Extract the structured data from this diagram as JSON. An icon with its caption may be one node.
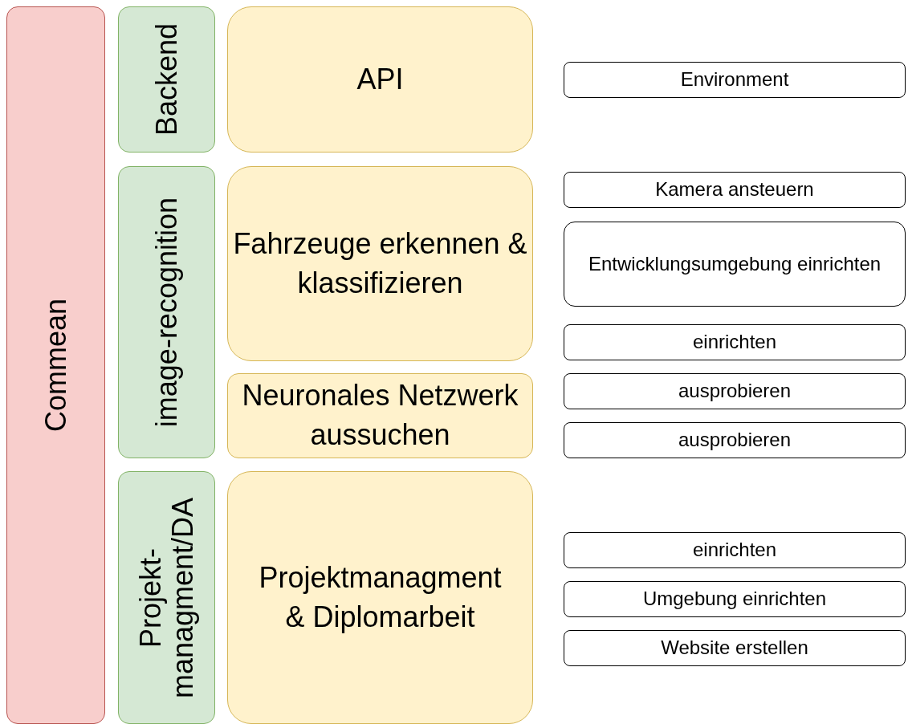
{
  "diagram": {
    "nodes": [
      {
        "text": [
          "Commean"
        ]
      },
      {
        "text": [
          "Backend"
        ]
      },
      {
        "text": [
          "image-recognition"
        ]
      },
      {
        "text": [
          "Projekt- managment/DA"
        ]
      },
      {
        "text": [
          "API"
        ]
      },
      {
        "text": [
          "Fahrzeuge erkennen & klassifizieren"
        ]
      },
      {
        "text": [
          "Neuronales Netzwerk aussuchen"
        ]
      },
      {
        "text": [
          "Projektmanagment & Diplomarbeit"
        ]
      },
      {
        "text": [
          "Environment"
        ]
      },
      {
        "text": [
          "Kamera ansteuern"
        ]
      },
      {
        "text": [
          "Entwicklungsumgebung einrichten"
        ]
      },
      {
        "text": [
          "einrichten"
        ]
      },
      {
        "text": [
          "ausprobieren"
        ]
      },
      {
        "text": [
          "ausprobieren"
        ]
      },
      {
        "text": [
          "einrichten"
        ]
      },
      {
        "text": [
          "Umgebung einrichten"
        ]
      },
      {
        "text": [
          "Website erstellen"
        ]
      }
    ]
  }
}
